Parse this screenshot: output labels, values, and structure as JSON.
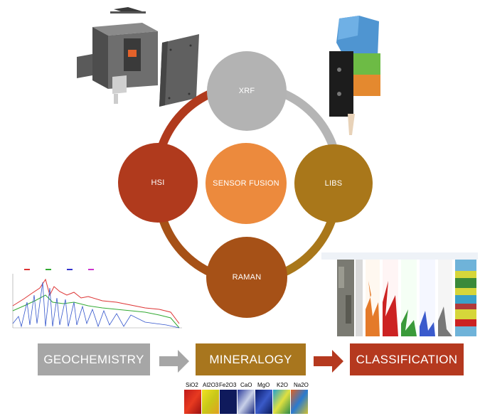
{
  "cycle": {
    "center": "SENSOR FUSION",
    "nodes": {
      "xrf": "XRF",
      "libs": "LIBS",
      "raman": "RAMAN",
      "hsi": "HSI"
    }
  },
  "pipeline": {
    "geochemistry": "GEOCHEMISTRY",
    "mineralogy": "MINERALOGY",
    "classification": "CLASSIFICATION"
  },
  "oxide_maps": [
    "SiO2",
    "Al2O3",
    "Fe2O3",
    "CaO",
    "MgO",
    "K2O",
    "Na2O"
  ],
  "colors": {
    "xrf": "#b3b3b3",
    "libs": "#a9771a",
    "raman": "#a65117",
    "hsi": "#b03a1d",
    "center": "#ec8a3d",
    "geochemistry": "#a6a6a6",
    "mineralogy": "#a8761e",
    "classification": "#b5391f"
  }
}
